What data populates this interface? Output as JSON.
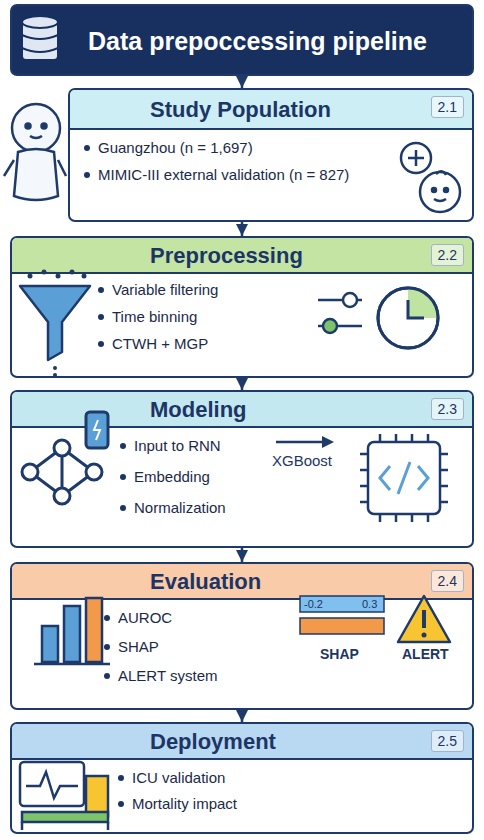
{
  "diagram": {
    "nodes": [
      {
        "text": [
          "Data prepoccessing pipeline"
        ]
      },
      {
        "text": [
          "Study Population",
          "2.1",
          "Guangzhou (n = 1,697)",
          "MIMIC-III external validation (n = 827)"
        ]
      },
      {
        "text": [
          "Preprocessing",
          "2.2",
          "Variable filtering",
          "Time binning",
          "CTWH + MGP"
        ]
      },
      {
        "text": [
          "Modeling",
          "2.3",
          "Input to RNN",
          "Embedding",
          "Normalization"
        ]
      },
      {
        "text": [
          "Evaluation",
          "2.4",
          "AUROC",
          "SHAP",
          "ALERT system"
        ]
      },
      {
        "text": [
          "Deployment",
          "2.5",
          "ICU validation",
          "Mortality impact"
        ]
      }
    ],
    "edges": [
      {
        "from": 0,
        "to": 1,
        "arrow": "to"
      },
      {
        "from": 1,
        "to": 2,
        "arrow": "to"
      },
      {
        "from": 2,
        "to": 3,
        "arrow": "to"
      },
      {
        "from": 3,
        "to": 4,
        "arrow": "to"
      },
      {
        "from": 4,
        "to": 5,
        "arrow": "to"
      }
    ],
    "labels": [
      "XGBoost",
      "-0.2",
      "0.3",
      "SHAP",
      "ALERT"
    ]
  }
}
